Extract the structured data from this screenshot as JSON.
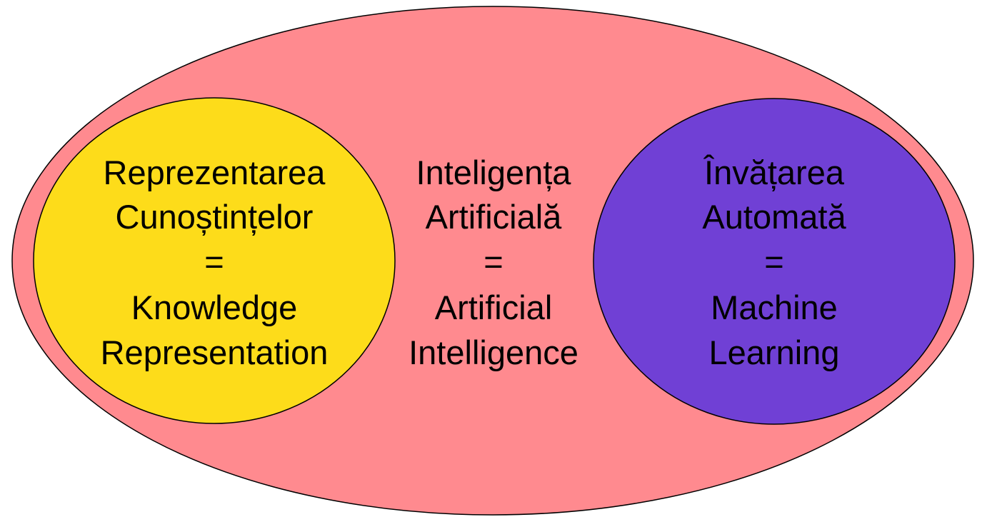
{
  "diagram": {
    "outer": {
      "fill": "#ff8a8f",
      "lines": [
        "Inteligența",
        "Artificială",
        "=",
        "Artificial",
        "Intelligence"
      ]
    },
    "left": {
      "fill": "#fddc1a",
      "lines": [
        "Reprezentarea",
        "Cunoștințelor",
        "=",
        "Knowledge",
        "Representation"
      ]
    },
    "right": {
      "fill": "#7040d5",
      "lines": [
        "Învățarea",
        "Automată",
        "=",
        "Machine",
        "Learning"
      ]
    },
    "stroke": "#000000"
  }
}
